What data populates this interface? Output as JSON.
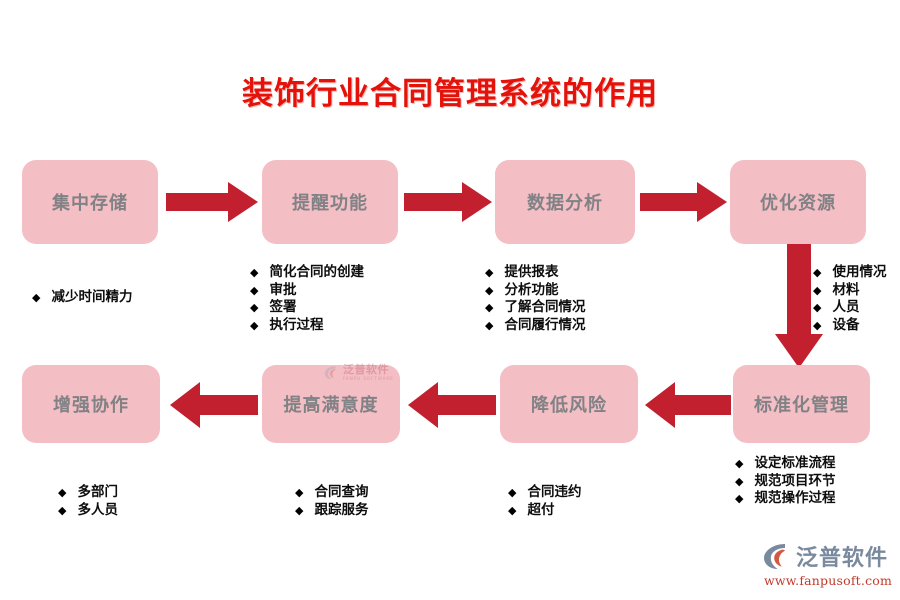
{
  "title": "装饰行业合同管理系统的作用",
  "colors": {
    "title_red": "#e3120b",
    "box_pink": "#f4bec5",
    "arrow_red": "#c2202f",
    "box_text_gray": "#808285",
    "bullet_black": "#0d0d0d"
  },
  "steps": [
    {
      "id": "central-storage",
      "label": "集中存储",
      "bullets": [
        "减少时间精力"
      ]
    },
    {
      "id": "reminder-function",
      "label": "提醒功能",
      "bullets": [
        "简化合同的创建",
        "审批",
        "签署",
        "执行过程"
      ]
    },
    {
      "id": "data-analysis",
      "label": "数据分析",
      "bullets": [
        "提供报表",
        "分析功能",
        "了解合同情况",
        "合同履行情况"
      ]
    },
    {
      "id": "optimize-resources",
      "label": "优化资源",
      "bullets": [
        "使用情况",
        "材料",
        "人员",
        "设备"
      ]
    },
    {
      "id": "standardized-mgmt",
      "label": "标准化管理",
      "bullets": [
        "设定标准流程",
        "规范项目环节",
        "规范操作过程"
      ]
    },
    {
      "id": "reduce-risk",
      "label": "降低风险",
      "bullets": [
        "合同违约",
        "超付"
      ]
    },
    {
      "id": "improve-satisfaction",
      "label": "提高满意度",
      "bullets": [
        "合同查询",
        "跟踪服务"
      ]
    },
    {
      "id": "enhance-collab",
      "label": "增强协作",
      "bullets": [
        "多部门",
        "多人员"
      ]
    }
  ],
  "bullet_glyph": "◆",
  "watermark": {
    "cn": "泛普软件",
    "en": "FANPU SOFTWARE"
  },
  "logo": {
    "cn": "泛普软件",
    "url": "www.fanpusoft.com"
  }
}
